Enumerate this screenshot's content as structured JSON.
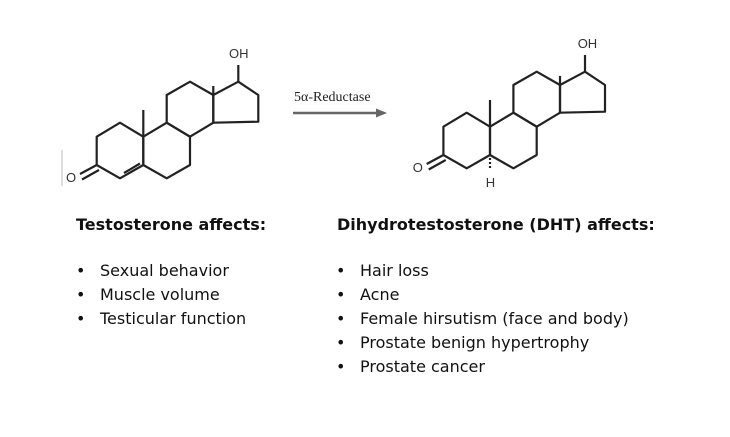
{
  "reaction": {
    "enzyme": "5α-Reductase",
    "left_molecule": {
      "labels": {
        "hydroxyl": "OH",
        "oxygen": "O"
      }
    },
    "right_molecule": {
      "labels": {
        "hydroxyl": "OH",
        "oxygen": "O",
        "hydrogen": "H"
      }
    }
  },
  "testosterone": {
    "heading": "Testosterone affects:",
    "items": [
      "Sexual behavior",
      "Muscle volume",
      "Testicular function"
    ]
  },
  "dht": {
    "heading": "Dihydrotestosterone (DHT) affects:",
    "items": [
      "Hair loss",
      "Acne",
      "Female hirsutism (face and body)",
      "Prostate benign hypertrophy",
      "Prostate cancer"
    ]
  }
}
